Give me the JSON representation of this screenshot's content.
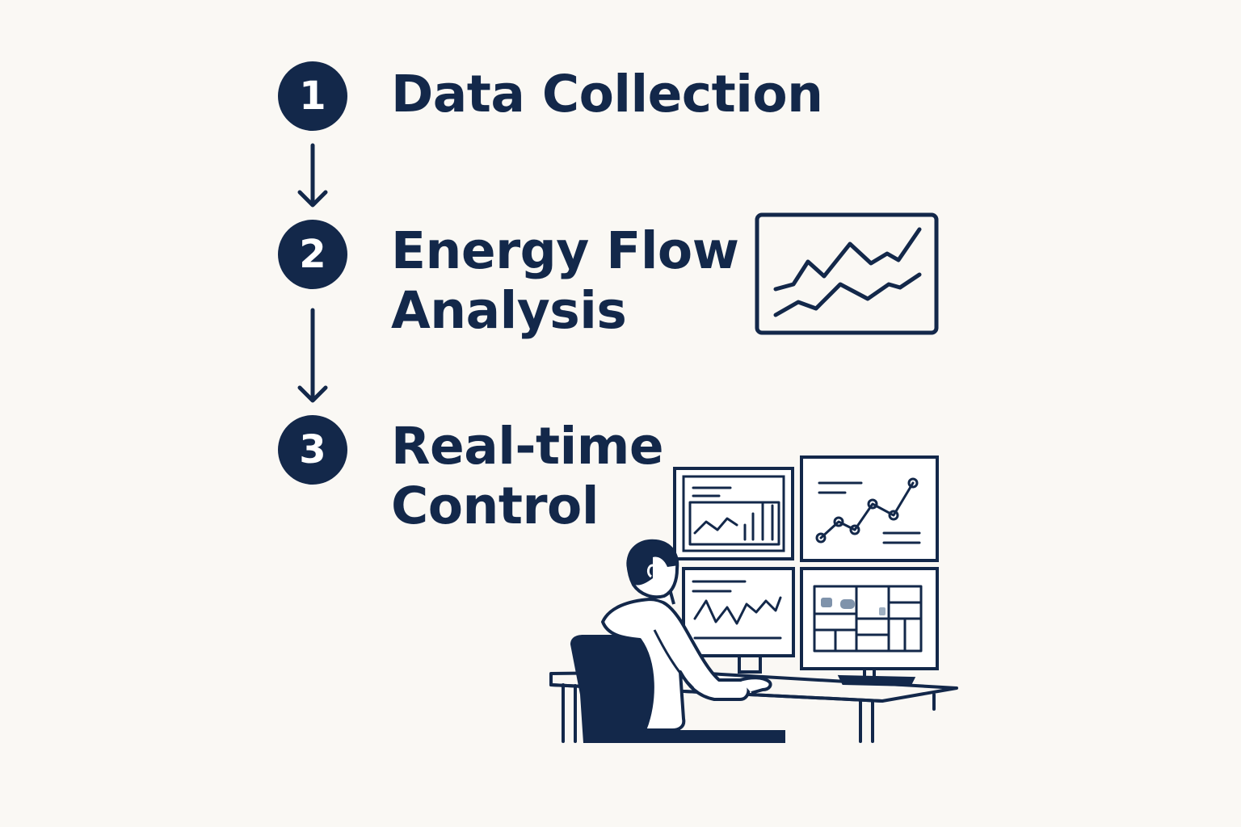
{
  "steps": [
    {
      "number": "1",
      "label_lines": [
        "Data Collection"
      ]
    },
    {
      "number": "2",
      "label_lines": [
        "Energy Flow",
        "Analysis"
      ]
    },
    {
      "number": "3",
      "label_lines": [
        "Real-time",
        "Control"
      ]
    }
  ],
  "illustrations": {
    "analysis": "line-chart-icon",
    "control": "operator-at-monitors-illustration"
  },
  "colors": {
    "ink": "#13284a",
    "background": "#faf8f4",
    "accent_soft": "#7f93ab"
  }
}
